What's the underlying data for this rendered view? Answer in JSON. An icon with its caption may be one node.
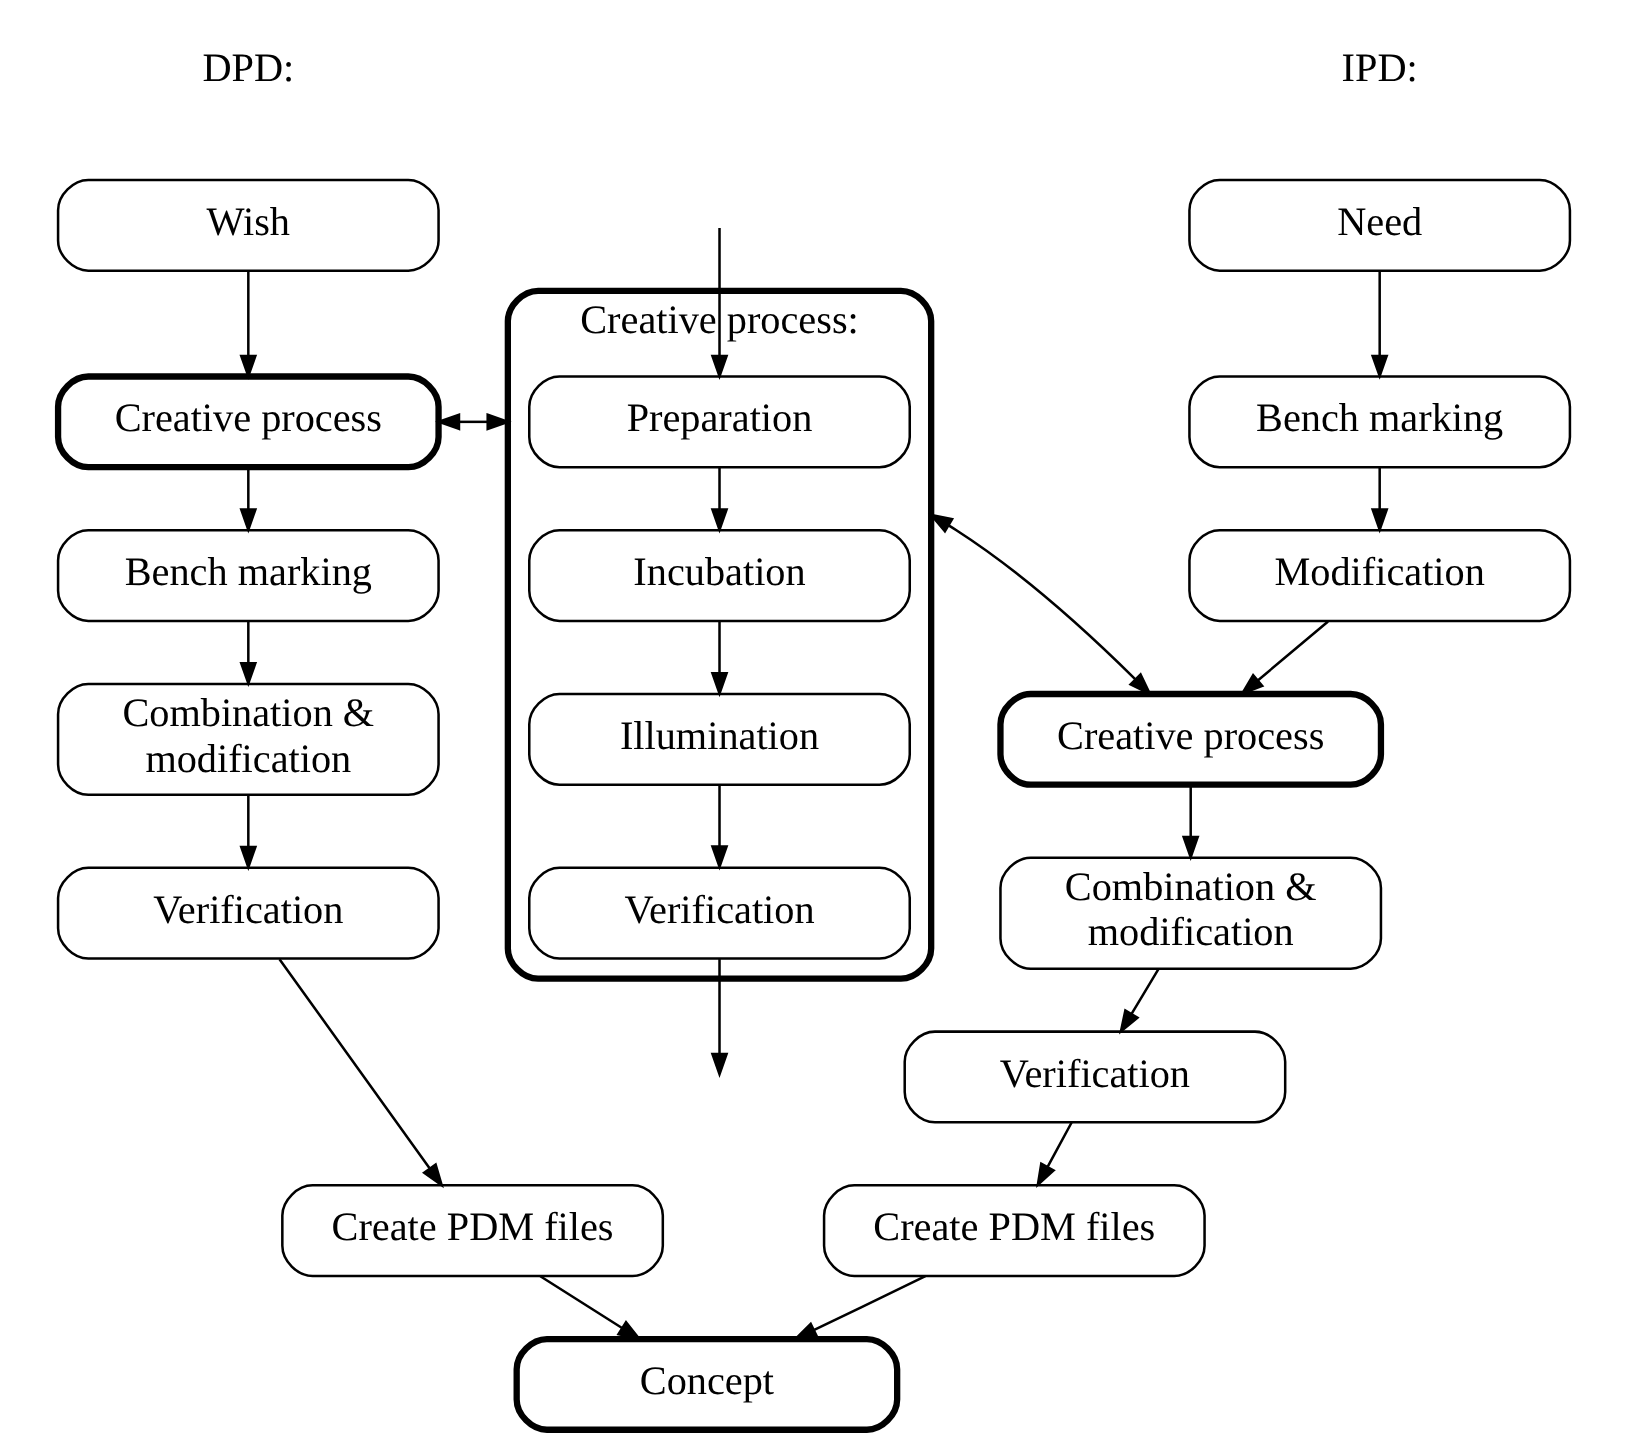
{
  "diagram": {
    "nodes": [
      {
        "text": [
          "Wish"
        ]
      },
      {
        "text": [
          "Creative process"
        ]
      },
      {
        "text": [
          "Bench marking"
        ]
      },
      {
        "text": [
          "Combination & modification"
        ]
      },
      {
        "text": [
          "Verification"
        ]
      },
      {
        "text": [
          "Create PDM files"
        ]
      },
      {
        "text": [
          "Creative process:"
        ]
      },
      {
        "text": [
          "Preparation"
        ],
        "in": 6
      },
      {
        "text": [
          "Incubation"
        ],
        "in": 6
      },
      {
        "text": [
          "Illumination"
        ],
        "in": 6
      },
      {
        "text": [
          "Verification"
        ],
        "in": 6
      },
      {
        "text": [
          "Need"
        ]
      },
      {
        "text": [
          "Bench marking"
        ]
      },
      {
        "text": [
          "Modification"
        ]
      },
      {
        "text": [
          "Creative process"
        ]
      },
      {
        "text": [
          "Combination & modification"
        ]
      },
      {
        "text": [
          "Verification"
        ]
      },
      {
        "text": [
          "Create PDM files"
        ]
      },
      {
        "text": [
          "Concept"
        ]
      }
    ],
    "edges": [
      {
        "from": 0,
        "to": 1,
        "arrow": "to"
      },
      {
        "from": 1,
        "to": 2,
        "arrow": "to"
      },
      {
        "from": 2,
        "to": 3,
        "arrow": "to"
      },
      {
        "from": 3,
        "to": 4,
        "arrow": "to"
      },
      {
        "from": 4,
        "to": 5,
        "arrow": "to"
      },
      {
        "from": 1,
        "to": 6,
        "arrow": "both"
      },
      {
        "from": null,
        "to": 7,
        "arrow": "to"
      },
      {
        "from": 7,
        "to": 8,
        "arrow": "to"
      },
      {
        "from": 8,
        "to": 9,
        "arrow": "to"
      },
      {
        "from": 9,
        "to": 10,
        "arrow": "to"
      },
      {
        "from": 10,
        "to": null,
        "arrow": "to"
      },
      {
        "from": 6,
        "to": 14,
        "arrow": "both"
      },
      {
        "from": 11,
        "to": 12,
        "arrow": "to"
      },
      {
        "from": 12,
        "to": 13,
        "arrow": "to"
      },
      {
        "from": 13,
        "to": 14,
        "arrow": "to"
      },
      {
        "from": 14,
        "to": 15,
        "arrow": "to"
      },
      {
        "from": 15,
        "to": 16,
        "arrow": "to"
      },
      {
        "from": 16,
        "to": 17,
        "arrow": "to"
      },
      {
        "from": 5,
        "to": 18,
        "arrow": "to"
      },
      {
        "from": 17,
        "to": 18,
        "arrow": "to"
      }
    ],
    "labels": [
      "DPD:",
      "IPD:"
    ]
  }
}
